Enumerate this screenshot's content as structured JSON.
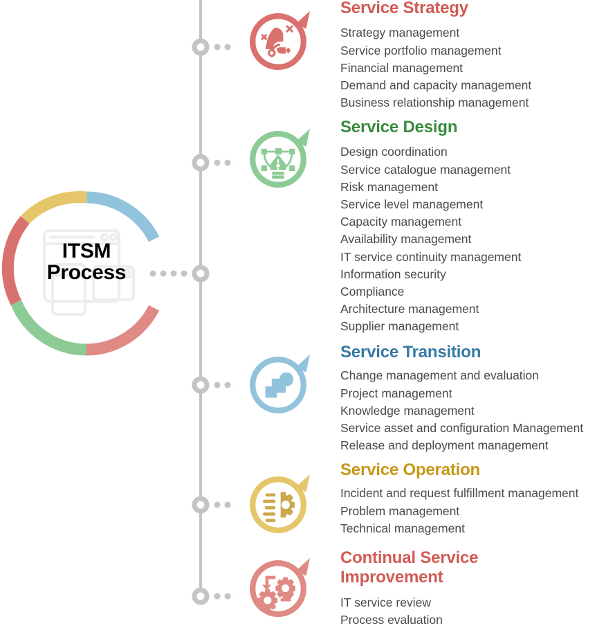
{
  "center": {
    "label_line1": "ITSM",
    "label_line2": "Process",
    "icon": "browser-windows-icon"
  },
  "colors": {
    "strategy_red": "#D9726E",
    "design_green": "#8CCB96",
    "transition_blue": "#92C3DC",
    "operation_gold": "#E5C66A",
    "csi_red": "#E08A85",
    "title_red": "#D15B54",
    "title_green": "#398B3F",
    "title_blue": "#3779A3",
    "title_gold": "#C79718",
    "timeline_grey": "#C4C4C4",
    "body_text": "#4a4a4a"
  },
  "donut": {
    "type": "donut",
    "segments": [
      {
        "name": "Service Transition",
        "color": "#92C3DC",
        "start_deg": 0,
        "end_deg": 68
      },
      {
        "name": "Continual Service Improvement",
        "color": "#E08A85",
        "start_deg": 118,
        "end_deg": 180
      },
      {
        "name": "Service Design",
        "color": "#8CCB96",
        "start_deg": 180,
        "end_deg": 242
      },
      {
        "name": "Service Strategy",
        "color": "#D9726E",
        "start_deg": 242,
        "end_deg": 318
      },
      {
        "name": "Service Operation",
        "color": "#E5C66A",
        "start_deg": 318,
        "end_deg": 360
      }
    ]
  },
  "sections": [
    {
      "id": "service-strategy",
      "title": "Service Strategy",
      "title_color": "#D15B54",
      "badge_color": "#D9726E",
      "icon": "chess-knight-icon",
      "items": [
        "Strategy management",
        "Service portfolio management",
        "Financial management",
        "Demand and capacity management",
        "Business relationship management"
      ]
    },
    {
      "id": "service-design",
      "title": "Service Design",
      "title_color": "#398B3F",
      "badge_color": "#8CCB96",
      "icon": "pen-tool-icon",
      "items": [
        "Design coordination",
        "Service catalogue management",
        "Risk management",
        "Service level management",
        "Capacity management",
        "Availability management",
        "IT service continuity management",
        "Information security",
        "Compliance",
        "Architecture management",
        "Supplier management"
      ]
    },
    {
      "id": "service-transition",
      "title": "Service Transition",
      "title_color": "#3779A3",
      "badge_color": "#92C3DC",
      "icon": "shapes-transition-icon",
      "items": [
        "Change management and evaluation",
        "Project management",
        "Knowledge management",
        "Service asset and configuration Management",
        "Release and deployment management"
      ]
    },
    {
      "id": "service-operation",
      "title": "Service Operation",
      "title_color": "#C79718",
      "badge_color": "#E5C66A",
      "icon": "gear-settings-icon",
      "items": [
        "Incident and request fulfillment management",
        "Problem management",
        "Technical management"
      ]
    },
    {
      "id": "continual-service-improvement",
      "title": "Continual Service Improvement",
      "title_color": "#D15B54",
      "badge_color": "#E08A85",
      "icon": "gears-cycle-icon",
      "items": [
        "IT service review",
        "Process evaluation"
      ]
    }
  ]
}
